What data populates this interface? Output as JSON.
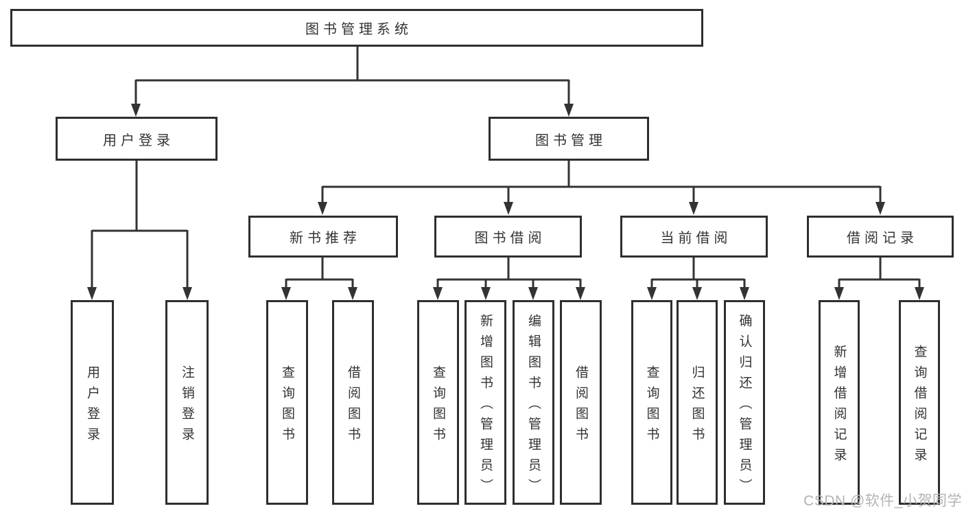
{
  "tree": {
    "root": {
      "label": "图书管理系统",
      "children": [
        {
          "label": "用户登录",
          "children": [
            {
              "label": "用户登录"
            },
            {
              "label": "注销登录"
            }
          ]
        },
        {
          "label": "图书管理",
          "children": [
            {
              "label": "新书推荐",
              "children": [
                {
                  "label": "查询图书"
                },
                {
                  "label": "借阅图书"
                }
              ]
            },
            {
              "label": "图书借阅",
              "children": [
                {
                  "label": "查询图书"
                },
                {
                  "label": "新增图书（管理员）"
                },
                {
                  "label": "编辑图书（管理员）"
                },
                {
                  "label": "借阅图书"
                }
              ]
            },
            {
              "label": "当前借阅",
              "children": [
                {
                  "label": "查询图书"
                },
                {
                  "label": "归还图书"
                },
                {
                  "label": "确认归还（管理员）"
                }
              ]
            },
            {
              "label": "借阅记录",
              "children": [
                {
                  "label": "新增借阅记录"
                },
                {
                  "label": "查询借阅记录"
                }
              ]
            }
          ]
        }
      ]
    }
  },
  "watermark": {
    "text": "CSDN @软件_小贺同学"
  },
  "colors": {
    "line": "#333333",
    "box_border": "#2e2e2e",
    "box_fill": "#ffffff",
    "text": "#333333",
    "watermark": "#b3b3b3"
  }
}
